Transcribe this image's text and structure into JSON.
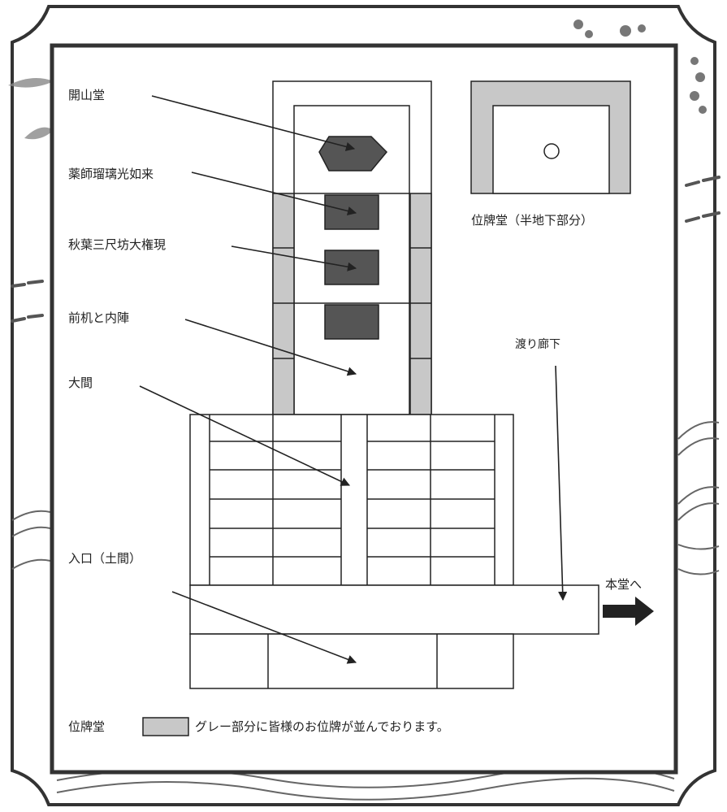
{
  "labels": {
    "kaisando": "開山堂",
    "yakushi": "薬師瑠璃光如来",
    "akiba": "秋葉三尺坊大権現",
    "maezukue": "前机と内陣",
    "oma": "大間",
    "iriguchi": "入口（土間）",
    "ihaido_basement": "位牌堂（半地下部分）",
    "watari_roka": "渡り廊下",
    "hondo": "本堂へ"
  },
  "legend": {
    "title": "位牌堂",
    "text": "グレー部分に皆様のお位牌が並んでおります。"
  },
  "colors": {
    "gray_area": "#c8c8c8",
    "dark_block": "#555555",
    "line": "#222222"
  }
}
